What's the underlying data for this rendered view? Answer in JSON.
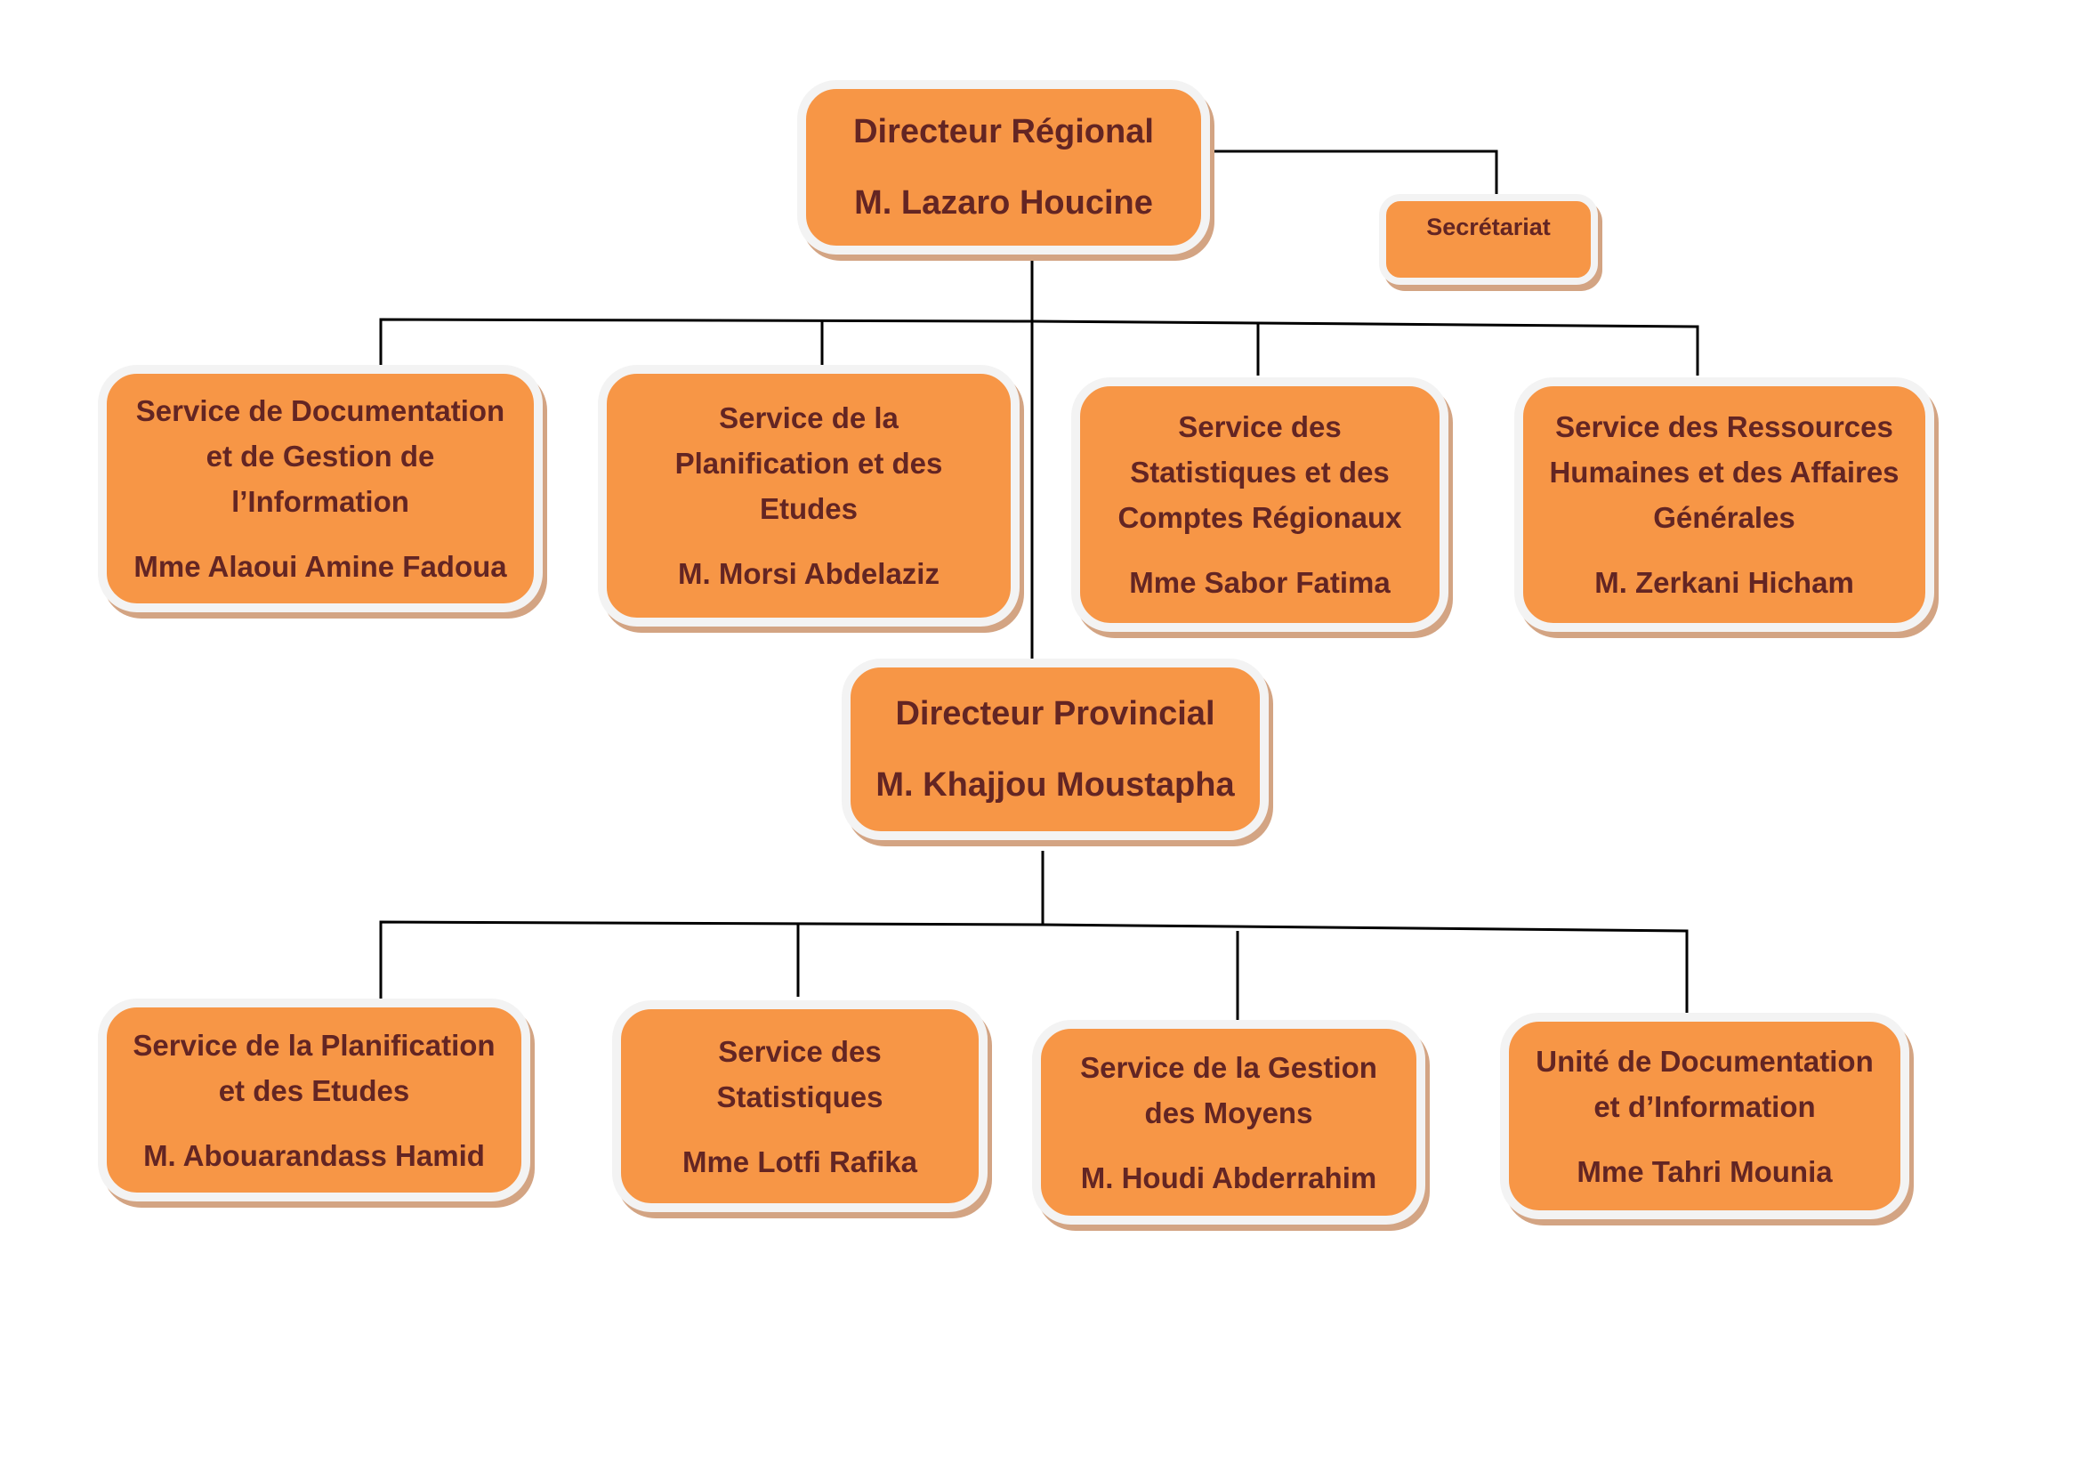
{
  "title": "Organigramme",
  "colors": {
    "box_fill": "#F79646",
    "box_border": "#F3F3F3",
    "box_shadow": "#D3A483",
    "text": "#632523",
    "connector": "#000000"
  },
  "regional_director": {
    "title": "Directeur Régional",
    "person": "M. Lazaro Houcine"
  },
  "secretariat": {
    "title": "Secrétariat"
  },
  "regional_services": [
    {
      "title_lines": [
        "Service de Documentation",
        "et de Gestion de",
        "l’Information"
      ],
      "person": "Mme Alaoui Amine Fadoua"
    },
    {
      "title_lines": [
        "Service de la",
        "Planification et des",
        "Etudes"
      ],
      "person": "M. Morsi Abdelaziz"
    },
    {
      "title_lines": [
        "Service des",
        "Statistiques et des",
        "Comptes Régionaux"
      ],
      "person": "Mme Sabor Fatima"
    },
    {
      "title_lines": [
        "Service des Ressources",
        "Humaines et des Affaires",
        "Générales"
      ],
      "person": "M. Zerkani Hicham"
    }
  ],
  "provincial_director": {
    "title": "Directeur Provincial",
    "person": "M. Khajjou Moustapha"
  },
  "provincial_services": [
    {
      "title_lines": [
        "Service de la Planification",
        "et des Etudes"
      ],
      "person": "M. Abouarandass Hamid"
    },
    {
      "title_lines": [
        "Service des",
        "Statistiques"
      ],
      "person": "Mme Lotfi Rafika"
    },
    {
      "title_lines": [
        "Service de la Gestion",
        "des Moyens"
      ],
      "person": "M. Houdi Abderrahim"
    },
    {
      "title_lines": [
        "Unité de Documentation",
        "et d’Information"
      ],
      "person": "Mme Tahri Mounia"
    }
  ]
}
